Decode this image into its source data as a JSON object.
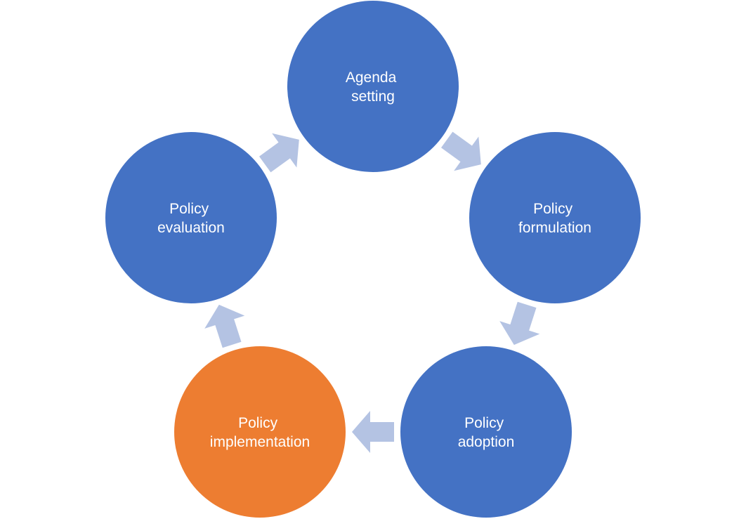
{
  "diagram": {
    "type": "cycle",
    "colors": {
      "node_default": "#4472C4",
      "node_highlight": "#ED7D31",
      "arrow": "#B4C3E3",
      "text": "#FFFFFF",
      "background": "#FFFFFF"
    },
    "nodes": [
      {
        "id": "agenda-setting",
        "lines": [
          "Agenda",
          "setting"
        ],
        "highlighted": false
      },
      {
        "id": "policy-formulation",
        "lines": [
          "Policy",
          "formulation"
        ],
        "highlighted": false
      },
      {
        "id": "policy-adoption",
        "lines": [
          "Policy",
          "adoption"
        ],
        "highlighted": false
      },
      {
        "id": "policy-implementation",
        "lines": [
          "Policy",
          "implementation"
        ],
        "highlighted": true
      },
      {
        "id": "policy-evaluation",
        "lines": [
          "Policy",
          "evaluation"
        ],
        "highlighted": false
      }
    ],
    "edges": [
      {
        "from": "agenda-setting",
        "to": "policy-formulation"
      },
      {
        "from": "policy-formulation",
        "to": "policy-adoption"
      },
      {
        "from": "policy-adoption",
        "to": "policy-implementation"
      },
      {
        "from": "policy-implementation",
        "to": "policy-evaluation"
      },
      {
        "from": "policy-evaluation",
        "to": "agenda-setting"
      }
    ]
  }
}
